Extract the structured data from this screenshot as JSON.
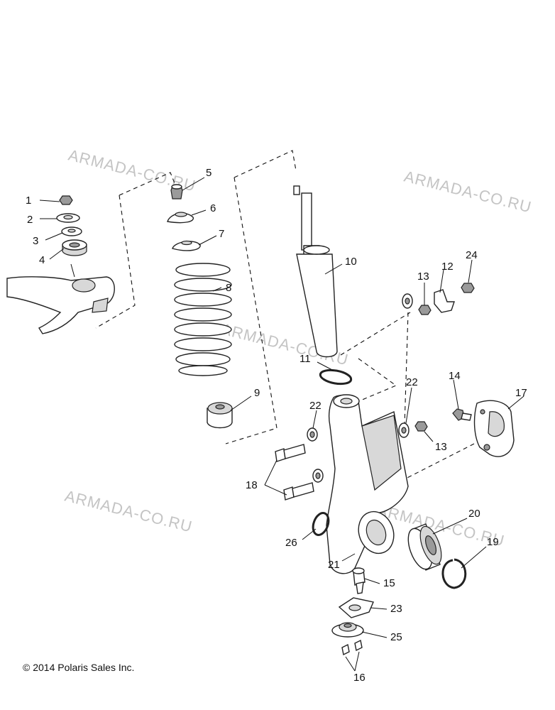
{
  "watermark": "ARMADA-CO.RU",
  "copyright": "© 2014 Polaris Sales Inc.",
  "callouts": {
    "c1": "1",
    "c2": "2",
    "c3": "3",
    "c4": "4",
    "c5": "5",
    "c6": "6",
    "c7": "7",
    "c8": "8",
    "c9": "9",
    "c10": "10",
    "c11": "11",
    "c12": "12",
    "c13a": "13",
    "c13b": "13",
    "c14": "14",
    "c15": "15",
    "c16": "16",
    "c17": "17",
    "c18": "18",
    "c19": "19",
    "c20": "20",
    "c21": "21",
    "c22a": "22",
    "c22b": "22",
    "c23": "23",
    "c24": "24",
    "c25": "25",
    "c26": "26"
  }
}
